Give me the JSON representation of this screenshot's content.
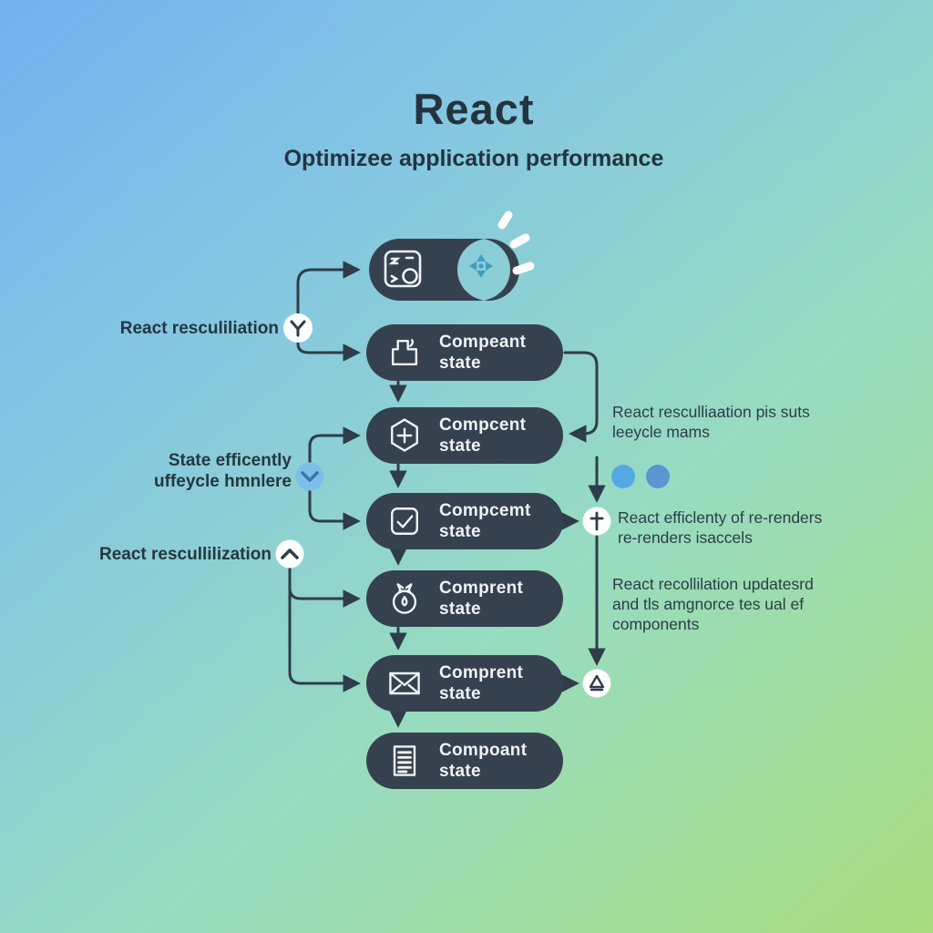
{
  "title": "React",
  "subtitle": "Optimizee application performance",
  "colors": {
    "background_top_left": "#73b1ef",
    "background_bottom_right": "#a9dc7e",
    "node_fill": "#36414f",
    "node_text": "#eef3f6",
    "heading_text": "#24343f",
    "connector": "#2e3d49",
    "accent_blue_circle": "#7bbfe9",
    "dot_left": "#55a9e2",
    "dot_right": "#5b96d2",
    "sparkle_cross": "#3f9fc0"
  },
  "flow_nodes": [
    {
      "icon": "dashboard-crescent-icon",
      "line1": "",
      "line2": ""
    },
    {
      "icon": "box-tab-icon",
      "line1": "Compeant",
      "line2": "state"
    },
    {
      "icon": "hexagon-plus-icon",
      "line1": "Compcent",
      "line2": "state"
    },
    {
      "icon": "checkbox-icon",
      "line1": "Compcemt",
      "line2": "state"
    },
    {
      "icon": "money-bag-icon",
      "line1": "Comprent",
      "line2": "state"
    },
    {
      "icon": "envelope-icon",
      "line1": "Comprent",
      "line2": "state"
    },
    {
      "icon": "document-lines-icon",
      "line1": "Compoant",
      "line2": "state"
    }
  ],
  "left_labels": [
    {
      "text": "React resculiliation",
      "marker": "branch-y-icon"
    },
    {
      "line1": "State efficently",
      "line2": "uffeycle hmnlere",
      "marker": "chevron-down-icon"
    },
    {
      "text": "React rescullilization",
      "marker": "chevron-up-icon"
    }
  ],
  "right_notes": [
    {
      "line1": "React resculliaation pis suts",
      "line2": "leeycle mams"
    },
    {
      "line1": "React efficlenty of re-renders",
      "line2": "re-renders isaccels"
    },
    {
      "line1": "React recollilation updatesrd",
      "line2": "and tls amgnorce tes ual ef",
      "line3": "components"
    }
  ],
  "markers": {
    "plus_dagger": "plus-dagger-icon",
    "triangle_alert": "triangle-alert-icon",
    "sparkle": "sparkle-rays-icon",
    "move_cross": "move-cross-icon"
  }
}
